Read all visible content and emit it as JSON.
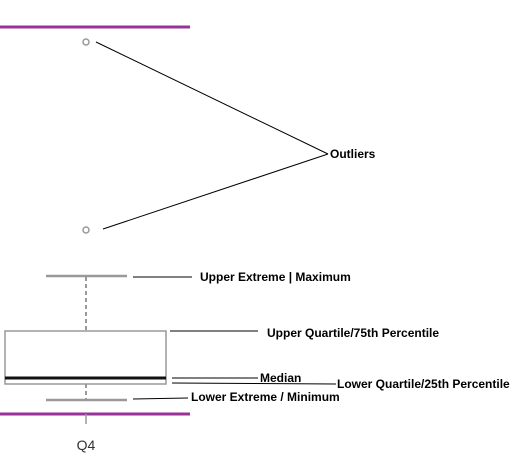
{
  "colors": {
    "frame": "#993399",
    "plot": "#999999",
    "median": "#111111",
    "leader": "#000000",
    "background": "#ffffff"
  },
  "chart_data": {
    "type": "box",
    "categories": [
      "Q4"
    ],
    "annotations": {
      "outliers": "Outliers",
      "maximum": "Upper Extreme | Maximum",
      "upper_quartile": "Upper Quartile/75th Percentile",
      "median": "Median",
      "lower_quartile": "Lower Quartile/25th Percentile",
      "minimum": "Lower Extreme / Minimum"
    }
  }
}
